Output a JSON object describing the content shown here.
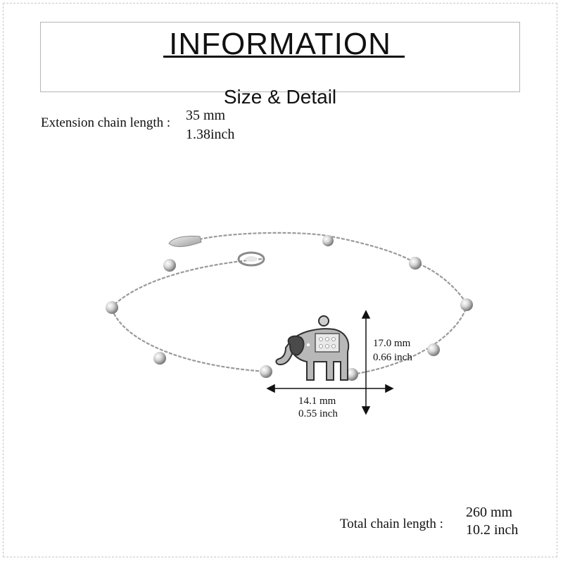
{
  "header": {
    "title": "INFORMATION",
    "subtitle": "Size & Detail"
  },
  "extension": {
    "label": "Extension chain length :",
    "value_mm": "35 mm",
    "value_inch": "1.38inch"
  },
  "pendant": {
    "height_mm": "17.0 mm",
    "height_inch": "0.66 inch",
    "width_mm": "14.1 mm",
    "width_inch": "0.55 inch"
  },
  "total": {
    "label": "Total chain length :",
    "value_mm": "260 mm",
    "value_inch": "10.2 inch"
  },
  "colors": {
    "text": "#111111",
    "silver": "#c9c9c9",
    "border": "#b5b5b5"
  }
}
